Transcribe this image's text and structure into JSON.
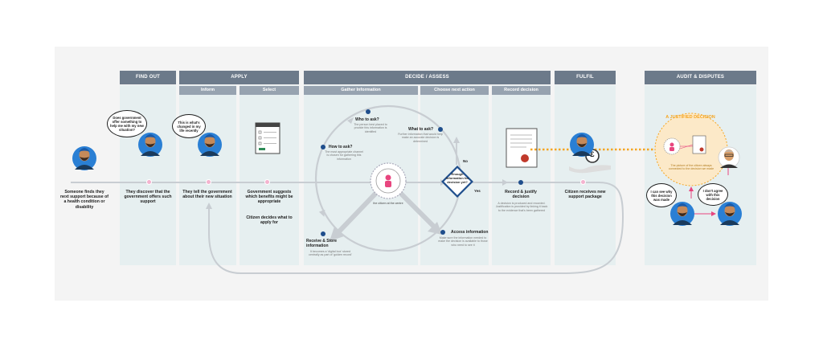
{
  "stages": {
    "find_out": "FIND OUT",
    "apply": "APPLY",
    "decide": "DECIDE / ASSESS",
    "fulfil": "FULFIL",
    "audit": "AUDIT & DISPUTES"
  },
  "substages": {
    "inform": "Inform",
    "select": "Select",
    "gather": "Gather Information",
    "choose": "Choose next action",
    "record": "Record decision"
  },
  "steps": {
    "someone_finds": "Someone finds they next support because of a health condition or disability",
    "discover": "They discover that the government offers such support",
    "tell": "They tell the government about their new situation",
    "suggests": "Government suggests which benefits might be appropriate",
    "decides": "Citizen decides what to apply for",
    "record_justify": "Record & justify decision",
    "receives": "Citizen receives new support package"
  },
  "bubbles": {
    "does_government": "Does government offer something to help me with my new situation?",
    "this_is_what": "This is what's changed in my life recently",
    "i_can_see": "I can see why this decision was made",
    "i_dont_agree": "I don't agree with this decision"
  },
  "gather": {
    "who_to_ask": "Who to ask?",
    "who_to_ask_desc": "The person best placed to provide this information is identified",
    "how_to_ask": "How to ask?",
    "how_to_ask_desc": "The most appropriate channel is chosen for gathering this information",
    "what_to_ask": "What to ask?",
    "what_to_ask_desc": "Further information that would help make an accurate decision is determined",
    "receive_store": "Receive & Store information",
    "receive_store_desc": "It becomes a 'digital box' stored centrally as part of 'golden record'",
    "access_info": "Access information",
    "access_info_desc": "Make sure the information needed to make the decision is available to those who need to see it",
    "center_caption": "the citizen at the centre",
    "diamond": "Enough information for decision yet?",
    "no": "No",
    "yes": "Yes"
  },
  "record_desc": "A decision is produced and recorded. Justification is provided by linking it back to the evidence that's been gathered",
  "audit": {
    "justified": "A JUSTIFIED DECISION",
    "justified_desc": "The picture of the citizen always connected to the decision we made"
  },
  "colors": {
    "header": "#6c7a8a",
    "subheader": "#97a3b0",
    "column": "#e6eff0",
    "accent_pink": "#e8467f",
    "accent_blue": "#1f4e8c",
    "accent_orange": "#f5a623",
    "flow_grey": "#c8cdd2"
  }
}
